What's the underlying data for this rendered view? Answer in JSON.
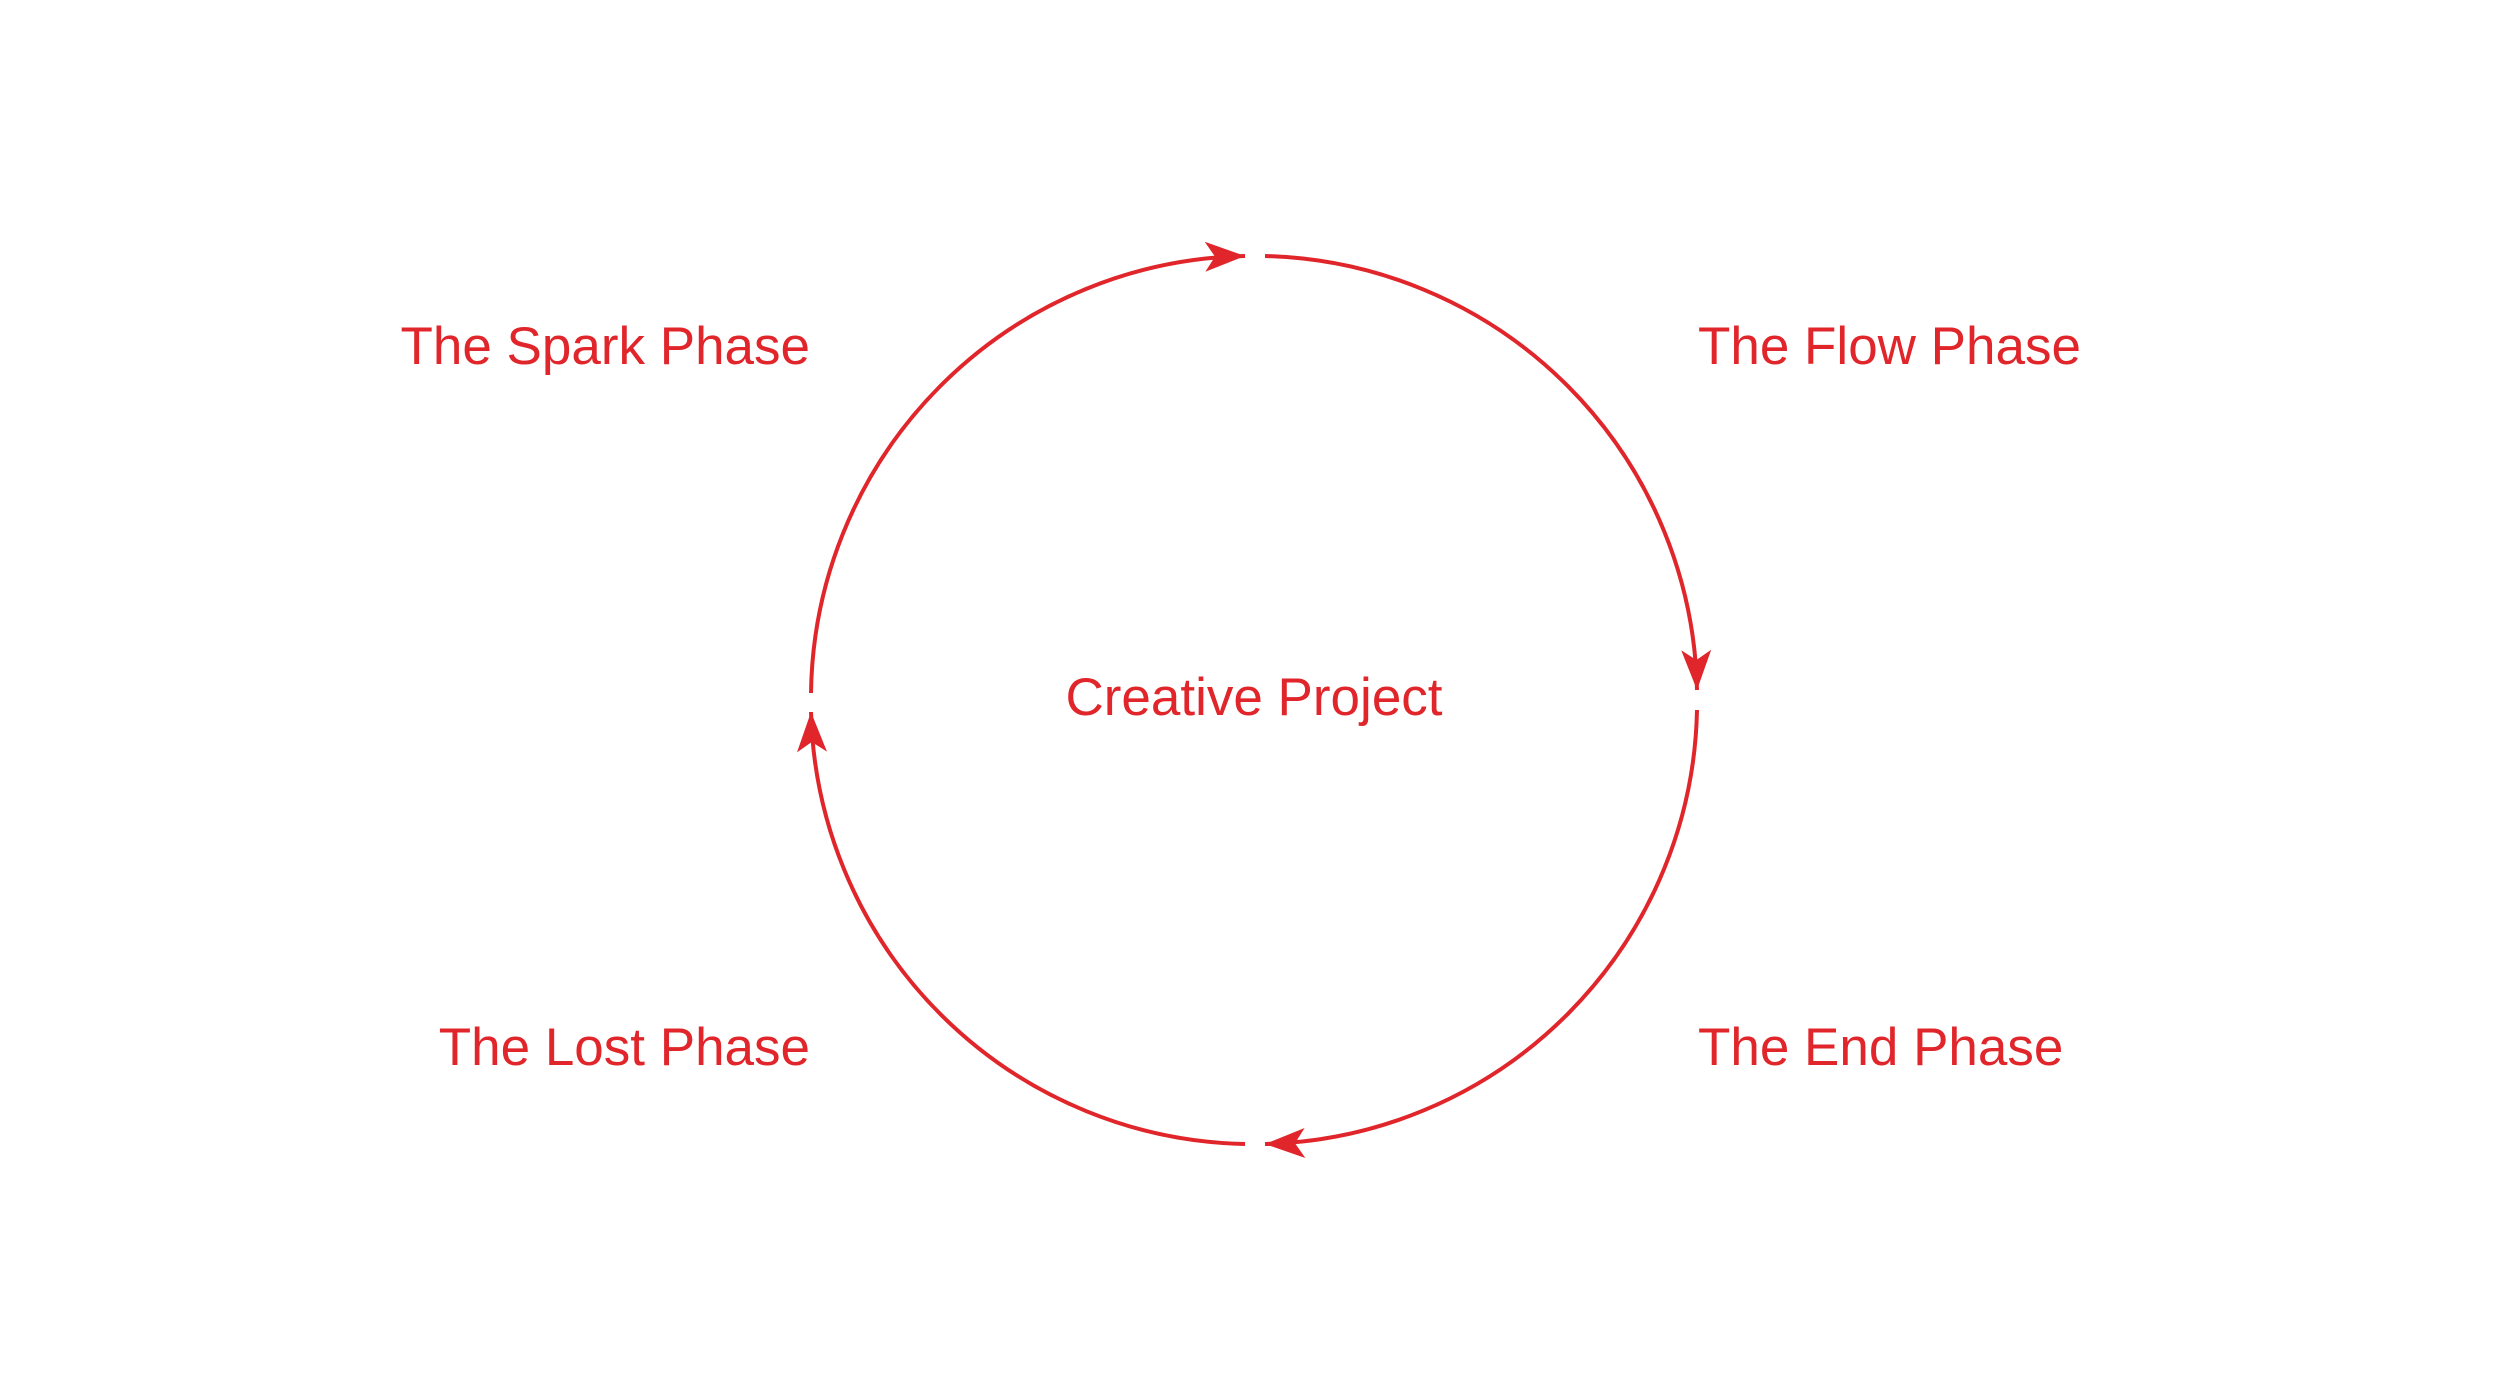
{
  "diagram": {
    "center_label": "Creative Project",
    "phases": [
      "The Spark Phase",
      "The Flow Phase",
      "The End Phase",
      "The Lost Phase"
    ]
  },
  "colors": {
    "accent": "#e0262b",
    "background": "#ffffff"
  }
}
